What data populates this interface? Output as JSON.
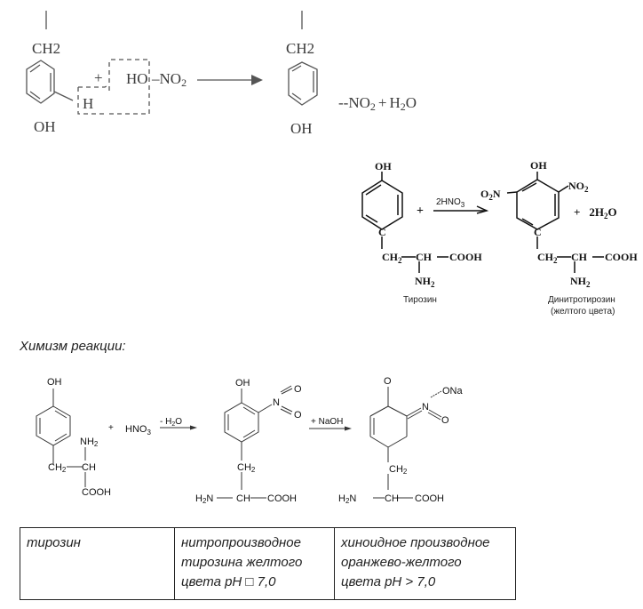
{
  "reaction1": {
    "reactant": {
      "top_group": "CH2",
      "bottom_group": "OH",
      "substituent": "H"
    },
    "plus": "+",
    "reagent": {
      "left": "HO",
      "right": "–NO",
      "sub": "2"
    },
    "product": {
      "top_group": "CH2",
      "bottom_group": "OH",
      "nitro": "--NO",
      "nitro_sub": "2",
      "plus": "+",
      "water": "H",
      "water_sub": "2",
      "water_end": "O"
    }
  },
  "reaction2": {
    "reactant": {
      "top": "OH",
      "ring_c": "C",
      "ch2": "CH",
      "ch2_sub": "2",
      "ch": "CH",
      "cooh": "COOH",
      "nh2": "NH",
      "nh2_sub": "2",
      "name": "Тирозин"
    },
    "plus": "+",
    "reagent": {
      "text": "2HNO",
      "sub": "3"
    },
    "product": {
      "top": "OH",
      "left_nitro": "O",
      "left_nitro_sub": "2",
      "left_nitro_end": "N",
      "right_nitro": "NO",
      "right_nitro_sub": "2",
      "ring_c": "C",
      "ch2": "CH",
      "ch2_sub": "2",
      "ch": "CH",
      "cooh": "COOH",
      "nh2": "NH",
      "nh2_sub": "2",
      "name_line1": "Динитротирозин",
      "name_line2": "(желтого цвета)"
    },
    "byproduct": {
      "plus": "+",
      "text": "2H",
      "sub": "2",
      "end": "O"
    }
  },
  "mechanism": {
    "heading": "Химизм реакции:",
    "step1": {
      "reactant": {
        "oh": "OH",
        "nh2": "NH",
        "nh2_sub": "2",
        "ch2": "CH",
        "ch2_sub": "2",
        "ch": "CH",
        "cooh": "COOH"
      },
      "plus": "+",
      "reagent": "HNO",
      "reagent_sub": "3",
      "condition": "- H",
      "condition_sub": "2",
      "condition_end": "O"
    },
    "intermediate": {
      "oh": "OH",
      "n": "N",
      "o1": "O",
      "o2": "O",
      "ch2": "CH",
      "ch2_sub": "2",
      "h2n": "H",
      "h2n_sub": "2",
      "h2n_end": "N",
      "ch": "CH",
      "cooh": "COOH"
    },
    "step2": {
      "condition": "+ NaOH"
    },
    "product": {
      "o": "O",
      "n": "N",
      "ona": "ONa",
      "o2": "O",
      "ch2": "CH",
      "ch2_sub": "2",
      "h2n": "H",
      "h2n_sub": "2",
      "h2n_end": "N",
      "ch": "CH",
      "cooh": "COOH"
    }
  },
  "table": {
    "cells": [
      {
        "lines": [
          "тирозин"
        ]
      },
      {
        "lines": [
          "нитропроизводное",
          "тирозина желтого",
          "цвета pH □ 7,0"
        ]
      },
      {
        "lines": [
          "хиноидное производное",
          "оранжево-желтого",
          "цвета pH > 7,0"
        ]
      }
    ]
  }
}
